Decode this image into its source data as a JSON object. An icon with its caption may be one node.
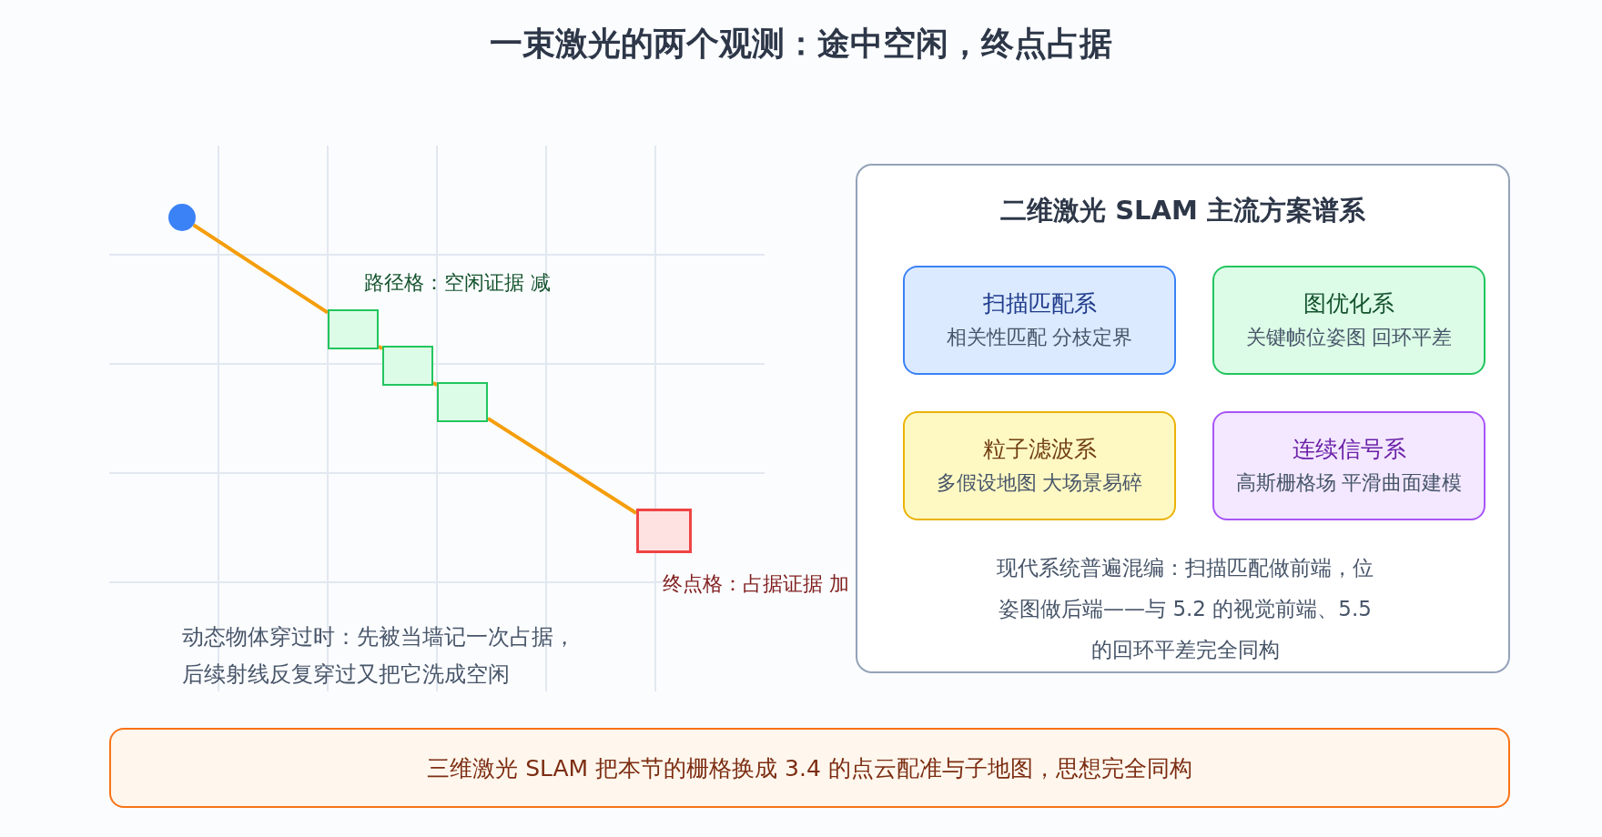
{
  "diagram": {
    "title": "一束激光的两个观测：途中空闲，终点占据",
    "nodes": [
      {
        "text": [],
        "shape": "circle"
      },
      {
        "text": [],
        "shape": "box"
      },
      {
        "text": [],
        "shape": "box"
      },
      {
        "text": [],
        "shape": "box"
      },
      {
        "text": [],
        "shape": "box"
      },
      {
        "text": [
          "二维激光 SLAM 主流方案谱系",
          "现代系统普遍混编：扫描匹配做前端，位姿图做后端——与 5.2 的视觉前端、5.5 的回环平差完全同构"
        ]
      },
      {
        "text": [
          "扫描匹配系",
          "相关性匹配 分枝定界"
        ],
        "in": 5
      },
      {
        "text": [
          "图优化系",
          "关键帧位姿图 回环平差"
        ],
        "in": 5
      },
      {
        "text": [
          "粒子滤波系",
          "多假设地图 大场景易碎"
        ],
        "in": 5
      },
      {
        "text": [
          "连续信号系",
          "高斯栅格场 平滑曲面建模"
        ],
        "in": 5
      },
      {
        "text": [
          "三维激光 SLAM 把本节的栅格换成 3.4 的点云配准与子地图，思想完全同构"
        ]
      }
    ],
    "edges": [
      {
        "from": 0,
        "to": 1,
        "arrow": "none"
      },
      {
        "from": 1,
        "to": 2,
        "arrow": "none"
      },
      {
        "from": 2,
        "to": 3,
        "arrow": "none"
      },
      {
        "from": 3,
        "to": 4,
        "arrow": "none"
      }
    ],
    "labels": [
      "路径格：空闲证据 减",
      "终点格：占据证据 加",
      "动态物体穿过时：先被当墙记一次占据，后续射线反复穿过又把它洗成空闲"
    ]
  }
}
